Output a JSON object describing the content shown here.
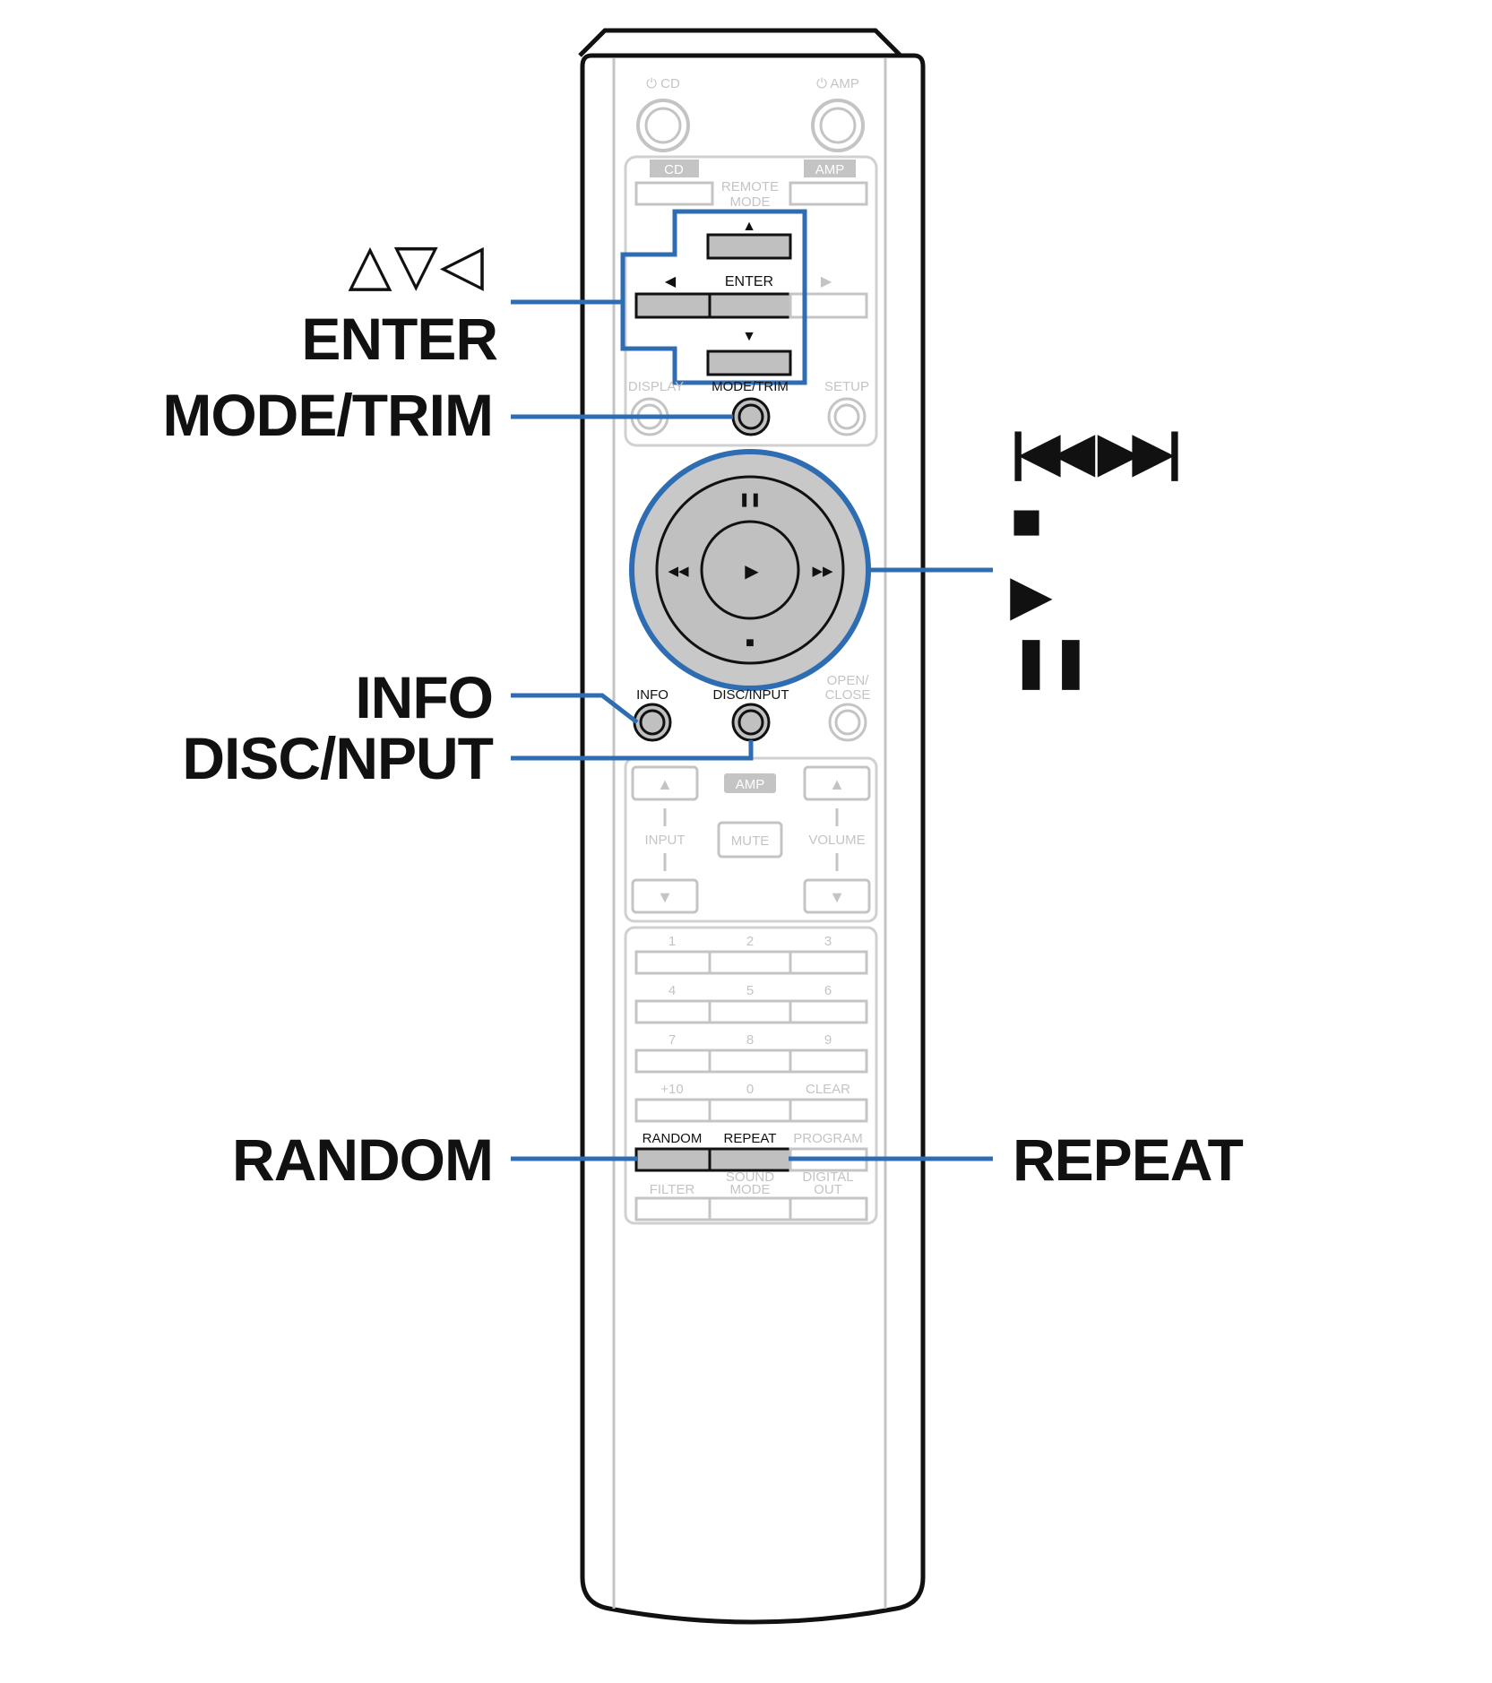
{
  "callouts": {
    "arrows": "△▽◁",
    "enter": "ENTER",
    "mode_trim": "MODE/TRIM",
    "info": "INFO",
    "disc_input": "DISC/NPUT",
    "random": "RANDOM",
    "repeat": "REPEAT",
    "skip_symbols": "|◀◀  ▶▶|",
    "stop_symbol": "■",
    "play_symbol": "▶",
    "pause_symbol": "❚❚"
  },
  "remote": {
    "power_cd": "⏻ CD",
    "power_amp": "⏻ AMP",
    "cd_tab": "CD",
    "amp_tab": "AMP",
    "remote_mode_1": "REMOTE",
    "remote_mode_2": "MODE",
    "up_arrow": "▲",
    "left_arrow": "◀",
    "right_arrow": "▶",
    "down_arrow": "▼",
    "enter": "ENTER",
    "display": "DISPLAY",
    "mode_trim": "MODE/TRIM",
    "setup": "SETUP",
    "pause": "❚❚",
    "prev": "◀◀",
    "play": "▶",
    "next": "▶▶",
    "stop": "■",
    "info": "INFO",
    "disc_input": "DISC/INPUT",
    "open_1": "OPEN/",
    "open_2": "CLOSE",
    "amp_badge": "AMP",
    "input": "INPUT",
    "mute": "MUTE",
    "volume": "VOLUME",
    "keys": [
      "1",
      "2",
      "3",
      "4",
      "5",
      "6",
      "7",
      "8",
      "9",
      "+10",
      "0",
      "CLEAR"
    ],
    "random": "RANDOM",
    "repeat": "REPEAT",
    "program": "PROGRAM",
    "filter": "FILTER",
    "sound_1": "SOUND",
    "sound_2": "MODE",
    "digital_1": "DIGITAL",
    "digital_2": "OUT"
  },
  "colors": {
    "highlight_blue": "#2f6db3",
    "faded_gray": "#c4c4c4",
    "active_fill": "#c0c0c0",
    "outline_black": "#111111"
  }
}
